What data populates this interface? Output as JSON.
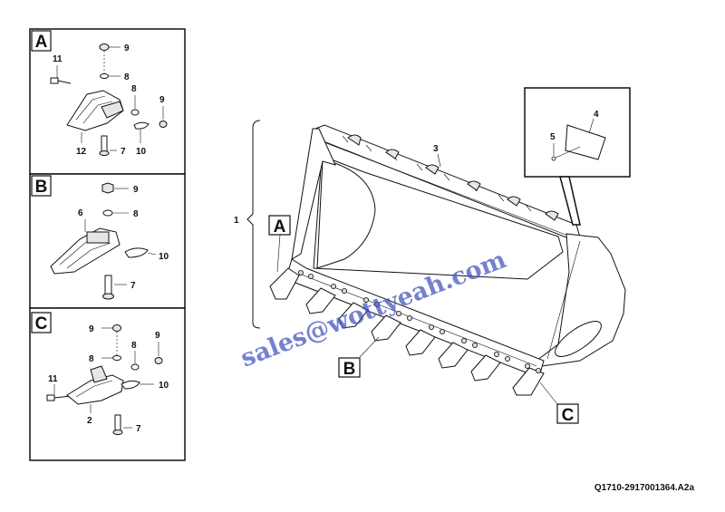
{
  "panels": [
    {
      "letter": "A",
      "labels": {
        "p9a": "9",
        "p8a": "8",
        "p11": "11",
        "p8b": "8",
        "p9b": "9",
        "p12": "12",
        "p7": "7",
        "p10": "10"
      }
    },
    {
      "letter": "B",
      "labels": {
        "p9": "9",
        "p8": "8",
        "p6": "6",
        "p10": "10",
        "p7": "7"
      }
    },
    {
      "letter": "C",
      "labels": {
        "p9a": "9",
        "p8a": "8",
        "p8b": "8",
        "p9b": "9",
        "p11": "11",
        "p10": "10",
        "p2": "2",
        "p7": "7"
      }
    }
  ],
  "main": {
    "labels": {
      "p1": "1",
      "p3": "3",
      "p4": "4",
      "p5": "5"
    },
    "callouts": {
      "a": "A",
      "b": "B",
      "c": "C"
    }
  },
  "watermark": "sales@wottyeah.com",
  "drawing_code": "Q1710-2917001364.A2a"
}
